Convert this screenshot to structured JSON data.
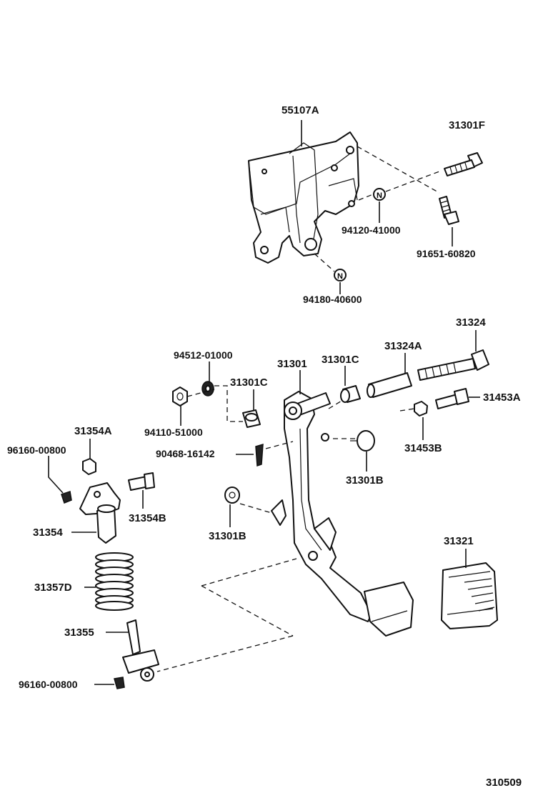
{
  "diagram": {
    "labels": {
      "p55107A": "55107A",
      "p31301F": "31301F",
      "p94120": "94120-41000",
      "p91651": "91651-60820",
      "p94180": "94180-40600",
      "p31324": "31324",
      "p31324A": "31324A",
      "p94512": "94512-01000",
      "p31301": "31301",
      "p31301C_a": "31301C",
      "p31301C_b": "31301C",
      "p31453A": "31453A",
      "p94110": "94110-51000",
      "p31453B": "31453B",
      "p31354A": "31354A",
      "p96160_a": "96160-00800",
      "p90468": "90468-16142",
      "p31301B_a": "31301B",
      "p31354B": "31354B",
      "p31354": "31354",
      "p31301B_b": "31301B",
      "p31321": "31321",
      "p31357D": "31357D",
      "p31355": "31355",
      "p96160_b": "96160-00800",
      "figure_no": "310509"
    },
    "nut_symbol": "N"
  }
}
